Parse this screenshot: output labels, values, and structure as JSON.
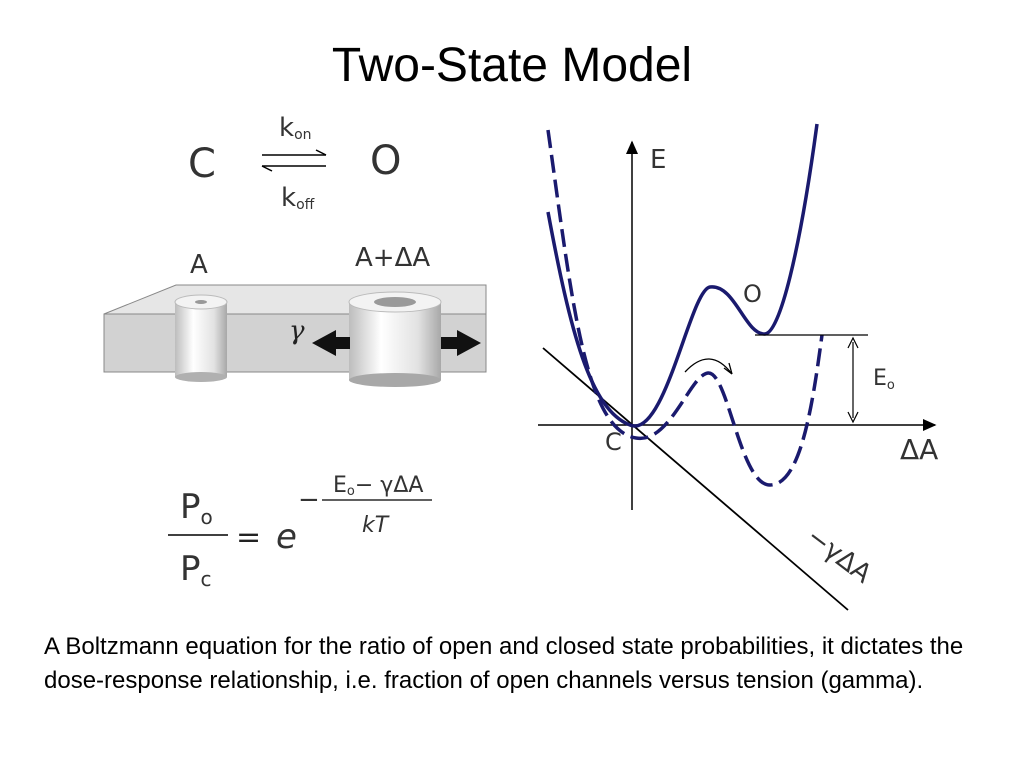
{
  "title": "Two-State Model",
  "scheme": {
    "state_closed": "C",
    "state_open": "O",
    "rate_on_main": "k",
    "rate_on_sub": "on",
    "rate_off_main": "k",
    "rate_off_sub": "off"
  },
  "membrane": {
    "label_left": "A",
    "label_right": "A+ΔA",
    "tension_symbol": "γ"
  },
  "equation": {
    "num_main": "P",
    "num_sub": "o",
    "den_main": "P",
    "den_sub": "c",
    "equals": "=",
    "base": "e",
    "minus": "−",
    "exp_num_e": "E",
    "exp_num_sub": "o",
    "exp_num_rest": "− γΔA",
    "exp_den": "kT"
  },
  "energy_plot": {
    "y_axis_label": "E",
    "x_axis_label": "ΔA",
    "closed_label": "C",
    "open_label": "O",
    "energy_gap_main": "E",
    "energy_gap_sub": "o",
    "tension_term": "−γΔA",
    "colors": {
      "curve": "#1a1a6e",
      "axis": "#000000",
      "gray": "#d4d4d4"
    }
  },
  "caption": "A Boltzmann equation for the ratio of open and closed state probabilities, it dictates the dose-response relationship, i.e. fraction of open channels versus tension (gamma)."
}
